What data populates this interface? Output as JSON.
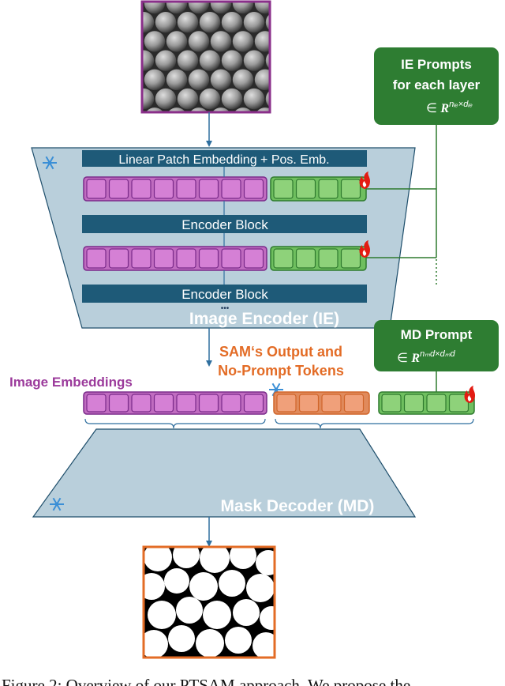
{
  "image_encoder": {
    "title": "Image Encoder (IE)",
    "patch_embedding_label": "Linear Patch Embedding + Pos. Emb.",
    "encoder_block_1": "Encoder Block",
    "encoder_block_2": "Encoder Block",
    "ellipsis": "•••"
  },
  "ie_prompts": {
    "line1": "IE Prompts",
    "line2": "for each layer",
    "formula_prefix": "∈ ",
    "formula_base": "R",
    "formula_sup": "nᵢₑ×dᵢₑ"
  },
  "md_prompt": {
    "line1": "MD Prompt",
    "formula_prefix": "∈ ",
    "formula_base": "R",
    "formula_sup": "nₘd×dₘd"
  },
  "image_embeddings_label": "Image Embeddings",
  "sam_output": {
    "line1": "SAM‘s Output and",
    "line2": "No-Prompt Tokens"
  },
  "mask_decoder": {
    "title": "Mask Decoder (MD)"
  },
  "caption": "Figure 2:  Overview of our PTSAM approach. We propose the",
  "colors": {
    "magenta_token": "#d580d5",
    "magenta_border": "#7a2a8a",
    "green_token": "#8ed27a",
    "green_dark": "#2e7a2e",
    "prompt_box": "#2e7d32",
    "orange_token": "#f0a07a",
    "orange_border": "#d0652a",
    "block_navy": "#1e5a78",
    "trapezoid": "#b9cfdb",
    "embedding_label": "#9b3a9b",
    "sam_label": "#e36c26"
  },
  "icons": [
    "snowflake-icon",
    "flame-icon"
  ]
}
